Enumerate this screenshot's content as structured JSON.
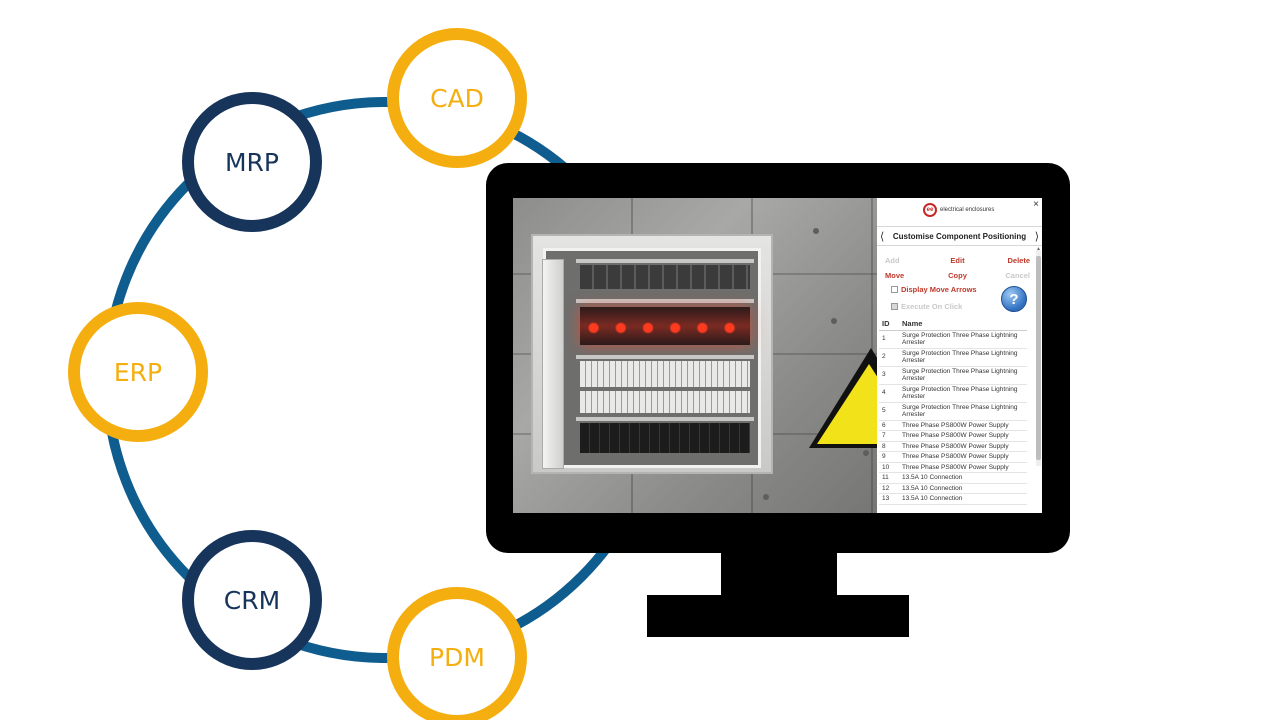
{
  "ring_nodes": [
    {
      "id": "cad",
      "label": "CAD",
      "color": "#f5ae0f"
    },
    {
      "id": "mrp",
      "label": "MRP",
      "color": "#17345a"
    },
    {
      "id": "erp",
      "label": "ERP",
      "color": "#f5ae0f"
    },
    {
      "id": "crm",
      "label": "CRM",
      "color": "#17345a"
    },
    {
      "id": "pdm",
      "label": "PDM",
      "color": "#f5ae0f"
    }
  ],
  "colors": {
    "ring": "#0f5c8f",
    "gold": "#f5ae0f",
    "navy": "#17345a"
  },
  "panel": {
    "logo_text": "electrical enclosures",
    "logo_mark": "ee",
    "close": "×",
    "nav_prev": "⟨",
    "nav_next": "⟩",
    "title": "Customise Component Positioning",
    "actions": {
      "add": "Add",
      "edit": "Edit",
      "delete": "Delete",
      "move": "Move",
      "copy": "Copy",
      "cancel": "Cancel"
    },
    "display_move_arrows": "Display Move Arrows",
    "execute_on_click": "Execute On Click",
    "help": "?",
    "table": {
      "headers": {
        "id": "ID",
        "name": "Name"
      },
      "rows": [
        {
          "id": "1",
          "name": "Surge Protection Three Phase Lightning Arrester"
        },
        {
          "id": "2",
          "name": "Surge Protection Three Phase Lightning Arrester"
        },
        {
          "id": "3",
          "name": "Surge Protection Three Phase Lightning Arrester"
        },
        {
          "id": "4",
          "name": "Surge Protection Three Phase Lightning Arrester"
        },
        {
          "id": "5",
          "name": "Surge Protection Three Phase Lightning Arrester"
        },
        {
          "id": "6",
          "name": "Three Phase PS800W Power Supply"
        },
        {
          "id": "7",
          "name": "Three Phase PS800W Power Supply"
        },
        {
          "id": "8",
          "name": "Three Phase PS800W Power Supply"
        },
        {
          "id": "9",
          "name": "Three Phase PS800W Power Supply"
        },
        {
          "id": "10",
          "name": "Three Phase PS800W Power Supply"
        },
        {
          "id": "11",
          "name": "13.5A 10 Connection"
        },
        {
          "id": "12",
          "name": "13.5A 10 Connection"
        },
        {
          "id": "13",
          "name": "13.5A 10 Connection"
        }
      ]
    }
  }
}
